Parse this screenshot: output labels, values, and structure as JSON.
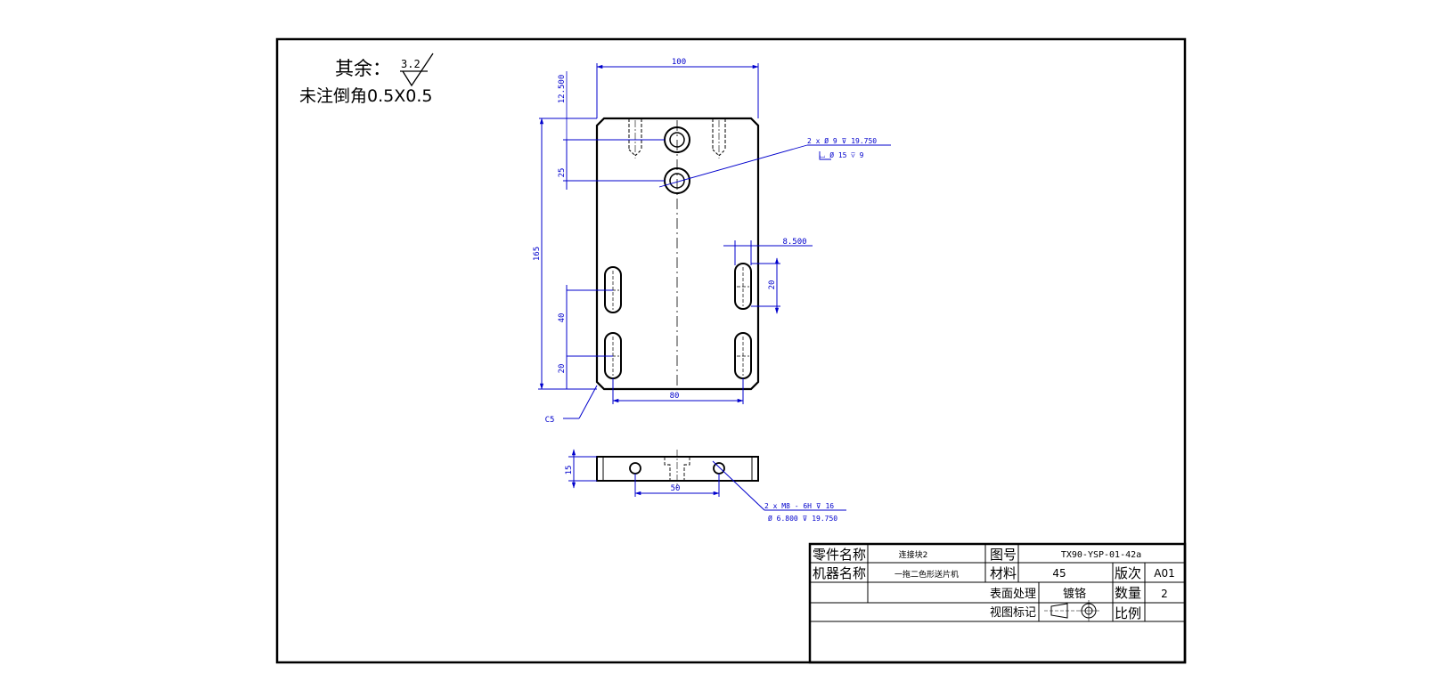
{
  "notes": {
    "surface_prefix": "其余：",
    "surface_value": "3.2",
    "chamfer_note": "未注倒角0.5X0.5"
  },
  "dimensions": {
    "width_top": "100",
    "top_offset": "12.500",
    "hole_spacing": "25",
    "overall_length": "165",
    "slot_spacing": "40",
    "slot_bottom": "20",
    "slot_width": "8.500",
    "slot_length": "20",
    "slot_span": "80",
    "chamfer": "C5",
    "thickness": "15",
    "tapped_spacing": "50"
  },
  "callouts": {
    "cbore_line1": "2 x  Ø 9  ⊽ 19.750",
    "cbore_line2": "⌴ Ø 15  ⊽ 9",
    "tap_line1": "2 x  M8 - 6H  ⊽ 16",
    "tap_line2": "Ø 6.800  ⊽ 19.750"
  },
  "title_block": {
    "part_name_label": "零件名称",
    "part_name_value": "连接块2",
    "drawing_no_label": "图号",
    "drawing_no_value": "TX90-YSP-01-42a",
    "machine_label": "机器名称",
    "machine_value": "一拖二色形送片机",
    "material_label": "材料",
    "material_value": "45",
    "revision_label": "版次",
    "revision_value": "A01",
    "surface_label": "表面处理",
    "surface_value": "镀铬",
    "quantity_label": "数量",
    "quantity_value": "2",
    "view_label": "视图标记",
    "scale_label": "比例"
  },
  "colors": {
    "outline": "#000000",
    "dimension": "#0000cc"
  }
}
